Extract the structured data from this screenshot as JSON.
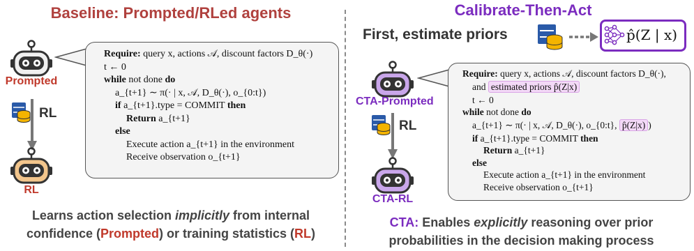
{
  "left": {
    "title": "Baseline: Prompted/RLed agents",
    "bot_top_label": "Prompted",
    "rl_label": "RL",
    "bot_bottom_label": "RL",
    "algo": {
      "require": "Require:",
      "require_text": "query x, actions 𝒜, discount factors D_θ(·)",
      "init": "t ← 0",
      "while_kw": "while",
      "while_text": "not done",
      "do_kw": "do",
      "sample": "a_{t+1} ∼ π(· | x, 𝒜, D_θ(·), o_{0:t})",
      "if_kw": "if",
      "if_text": "a_{t+1}.type = COMMIT",
      "then_kw": "then",
      "return_kw": "Return",
      "return_text": "a_{t+1}",
      "else_kw": "else",
      "exec": "Execute action a_{t+1} in the environment",
      "observe": "Receive observation o_{t+1}"
    },
    "caption": {
      "l1a": "Learns action selection ",
      "l1b": "implicitly",
      "l1c": " from internal",
      "l2a": "confidence (",
      "l2b": "Prompted",
      "l2c": ") or training statistics (",
      "l2d": "RL",
      "l2e": ")"
    }
  },
  "right": {
    "title": "Calibrate-Then-Act",
    "first_estimate": "First, estimate priors",
    "prior_formula": "p̂(Z | x)",
    "bot_top_label": "CTA-Prompted",
    "rl_label": "RL",
    "bot_bottom_label": "CTA-RL",
    "algo": {
      "require": "Require:",
      "require_text": "query x, actions 𝒜, discount factors D_θ(·),",
      "and_kw": "and",
      "est_priors": "estimated priors p̂(Z|x)",
      "init": "t ← 0",
      "while_kw": "while",
      "while_text": "not done",
      "do_kw": "do",
      "sample_a": "a_{t+1} ∼ π(· | x, 𝒜, D_θ(·), o_{0:t},",
      "sample_hl": "p̂(Z|x)",
      "sample_b": ")",
      "if_kw": "if",
      "if_text": "a_{t+1}.type = COMMIT",
      "then_kw": "then",
      "return_kw": "Return",
      "return_text": "a_{t+1}",
      "else_kw": "else",
      "exec": "Execute action a_{t+1} in the environment",
      "observe": "Receive observation o_{t+1}"
    },
    "caption": {
      "l1a": "CTA:",
      "l1b": " Enables ",
      "l1c": "explicitly",
      "l1d": " reasoning over prior",
      "l2": "probabilities in the decision making process"
    }
  },
  "colors": {
    "baseline_title": "#b0413e",
    "cta_title": "#7b2cbf",
    "prompted_robot": "#f0f0f0",
    "rl_robot": "#f2c58c",
    "cta_robot": "#c9a6ea",
    "highlight": "#f3d9f7"
  },
  "icons": [
    "robot-icon",
    "database-icon",
    "arrow-down-icon",
    "arrow-right-icon",
    "network-icon"
  ]
}
